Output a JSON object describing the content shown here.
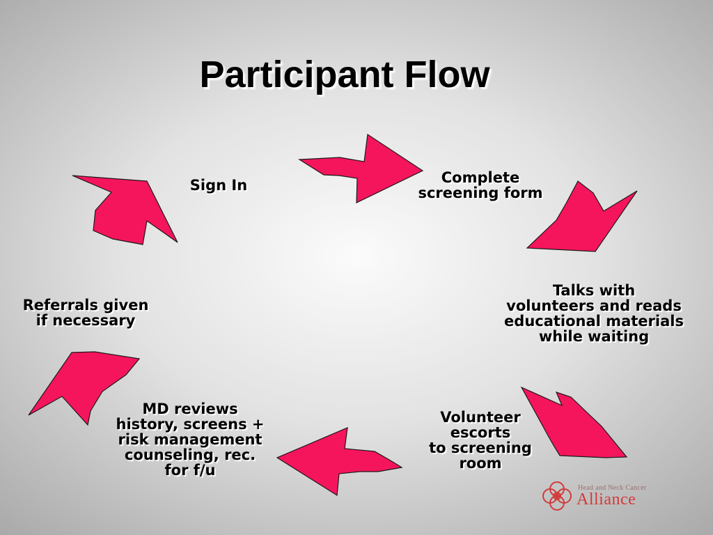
{
  "title": "Participant Flow",
  "steps": {
    "sign_in": [
      "Sign In"
    ],
    "complete_form": [
      "Complete",
      "screening form"
    ],
    "talks": [
      "Talks with",
      "volunteers and reads",
      "educational materials",
      "while waiting"
    ],
    "escorts": [
      "Volunteer",
      "escorts",
      "to screening",
      "room"
    ],
    "md_reviews": [
      "MD reviews",
      "history, screens +",
      "risk management",
      "counseling, rec.",
      "for f/u"
    ],
    "referrals": [
      "Referrals given",
      "if necessary"
    ]
  },
  "logo": {
    "line1": "Head and Neck Cancer",
    "line2": "Alliance"
  },
  "colors": {
    "arrow": "#f5155c",
    "logo_brand": "#d23a3a"
  }
}
